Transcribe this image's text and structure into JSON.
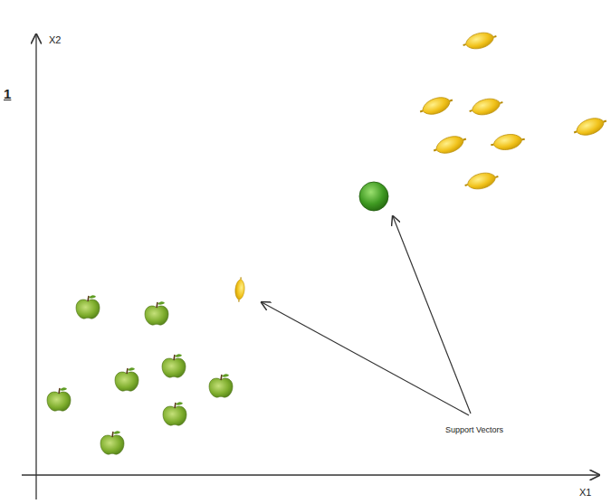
{
  "diagram": {
    "labels": [
      "X2",
      "1",
      "X1",
      "Support Vectors"
    ]
  }
}
